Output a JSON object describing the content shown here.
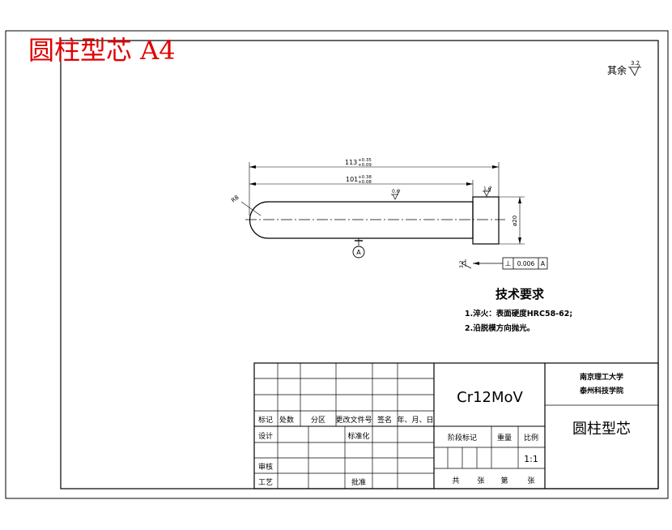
{
  "header": {
    "title": "圆柱型芯 A4"
  },
  "roughness_note": {
    "label": "其余",
    "value": "3.2"
  },
  "dimensions": {
    "overall_length": {
      "nominal": "113",
      "upper": "+0.35",
      "lower": "+0.09"
    },
    "cylinder_length": {
      "nominal": "101",
      "upper": "+0.38",
      "lower": "+0.08"
    },
    "radius": "R8",
    "diameter": "ø20",
    "surface_finish_body": "0.6",
    "surface_finish_end": "1.6",
    "surface_finish_face": "3.2"
  },
  "datum": {
    "label": "A"
  },
  "tolerance_frame": {
    "symbol": "⊥",
    "value": "0.006",
    "datum": "A"
  },
  "technical_requirements": {
    "title": "技术要求",
    "items": [
      "1.淬火：表面硬度HRC58-62;",
      "2.沿脱模方向抛光。"
    ]
  },
  "title_block": {
    "material": "Cr12MoV",
    "school_line1": "南京理工大学",
    "school_line2": "泰州科技学院",
    "part_name": "圆柱型芯",
    "revision_headers": [
      "标记",
      "处数",
      "分区",
      "更改文件号",
      "签名",
      "年、月、日"
    ],
    "labels": {
      "design": "设计",
      "standardize": "标准化",
      "review": "审核",
      "process": "工艺",
      "approve": "批准",
      "stage_mark": "阶段标记",
      "weight": "重量",
      "scale_label": "比例",
      "scale_value": "1:1",
      "total": "共",
      "sheets1": "张",
      "page": "第",
      "sheets2": "张"
    }
  }
}
